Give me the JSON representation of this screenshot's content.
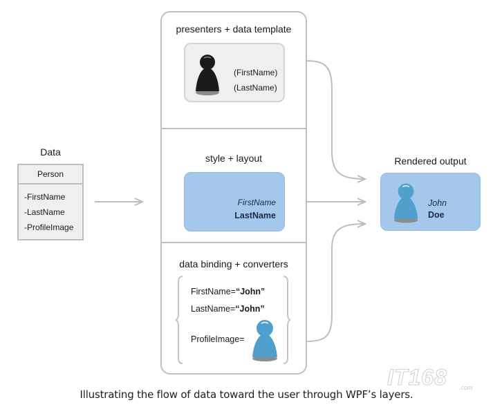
{
  "data_section": {
    "title": "Data",
    "class_name": "Person",
    "fields": [
      "-FirstName",
      "-LastName",
      "-ProfileImage"
    ]
  },
  "layers": [
    {
      "title": "presenters + data template",
      "fields": [
        "(FirstName)",
        "(LastName)"
      ],
      "icon": "person-silhouette-icon",
      "icon_color": "#1a1a1a"
    },
    {
      "title": "style + layout",
      "first_name": "FirstName",
      "last_name": "LastName",
      "card_color": "#a3c8ec"
    },
    {
      "title": "data binding + converters",
      "bindings": [
        {
          "key": "FirstName=",
          "value": "“John”"
        },
        {
          "key": "LastName=",
          "value": "“John”"
        },
        {
          "key": "ProfileImage=",
          "value": ""
        }
      ],
      "icon": "person-avatar-icon",
      "icon_color": "#4fa0cc"
    }
  ],
  "rendered_output": {
    "title": "Rendered output",
    "first_name": "John",
    "last_name": "Doe",
    "icon": "person-avatar-icon",
    "card_color": "#a3c8ec"
  },
  "caption": "Illustrating the flow of data toward the user through WPF’s layers.",
  "watermark": {
    "brand": "IT168",
    "suffix": ".com"
  },
  "colors": {
    "connector": "#bdbdbd",
    "border": "#bfbfbf",
    "avatar_blue": "#4fa0cc"
  }
}
